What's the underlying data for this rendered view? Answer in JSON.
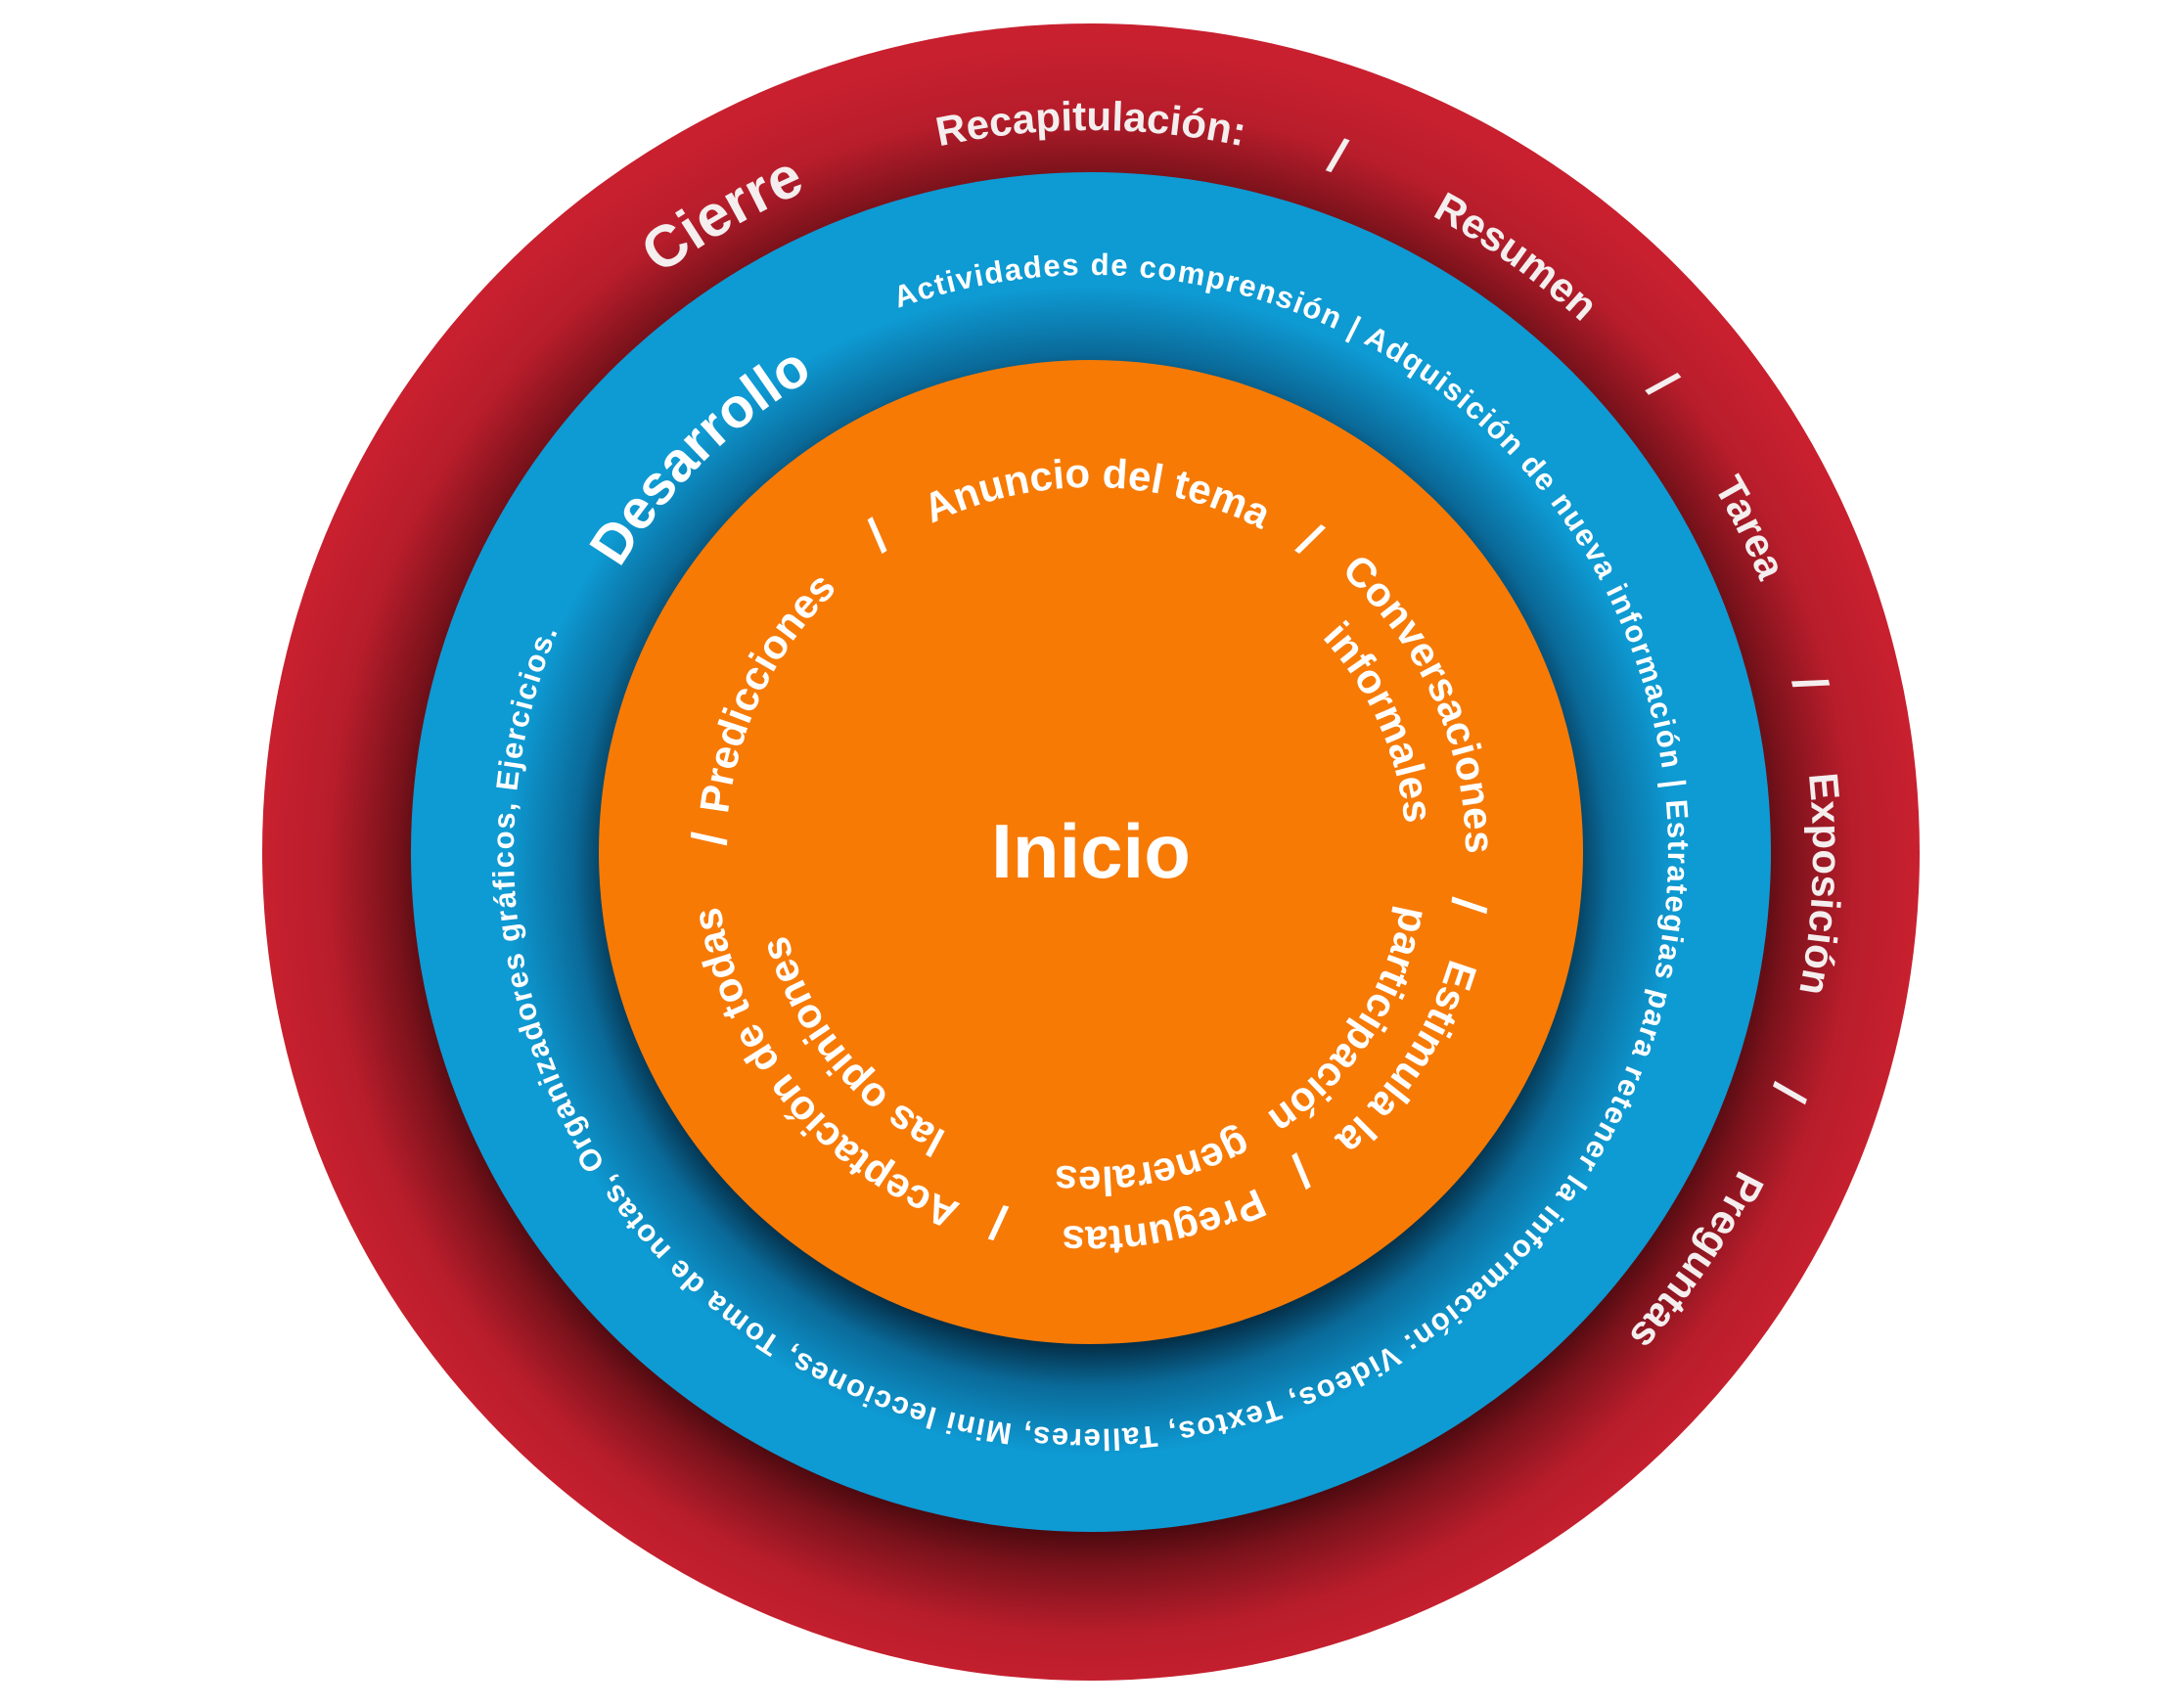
{
  "colors": {
    "outer_ring": "#c8202f",
    "middle_ring": "#0e9ad3",
    "inner_circle": "#f77a05",
    "text": "#ffffff"
  },
  "center": {
    "title": "Inicio"
  },
  "cierre": {
    "title": "Cierre",
    "items": [
      {
        "label": "Recapitulación:",
        "angle": 0
      },
      {
        "label": "/",
        "angle": 19.5
      },
      {
        "label": "Resumen",
        "angle": 35.5
      },
      {
        "label": "/",
        "angle": 50.7
      },
      {
        "label": "Tarea",
        "angle": 63.8
      },
      {
        "label": "/",
        "angle": 76.8
      },
      {
        "label": "Exposición",
        "angle": 92.5
      },
      {
        "label": "/",
        "angle": 109
      },
      {
        "label": "Preguntas",
        "angle": 124
      }
    ]
  },
  "desarrollo": {
    "title": "Desarrollo",
    "text": "Actividades de comprensión | Adquisición de nueva información | Estrategias para retener la información: Videos, Textos, Talleres, Mini lecciones, Toma de notas, Organizadores gráficos, Ejercicios."
  },
  "inicio": {
    "items": [
      {
        "line1": "Anuncio del tema",
        "line2": "",
        "angle": 1
      },
      {
        "line1": "/",
        "line2": "",
        "angle": 35
      },
      {
        "line1": "Conversaciones",
        "line2": "informales",
        "angle": 66
      },
      {
        "line1": "/",
        "line2": "",
        "angle": 98
      },
      {
        "line1": "Estimula la",
        "line2": "participación",
        "angle": 123
      },
      {
        "line1": "/",
        "line2": "",
        "angle": 146.6
      },
      {
        "line1": "Preguntas",
        "line2": "generales",
        "angle": 169
      },
      {
        "line1": "/",
        "line2": "",
        "angle": 194
      },
      {
        "line1": "Aceptación de todas",
        "line2": "las opiniones",
        "angle": 231
      },
      {
        "line1": "/",
        "line2": "",
        "angle": 272
      },
      {
        "line1": "Predicciones",
        "line2": "",
        "angle": 296
      },
      {
        "line1": "/",
        "line2": "",
        "angle": 326
      }
    ]
  }
}
